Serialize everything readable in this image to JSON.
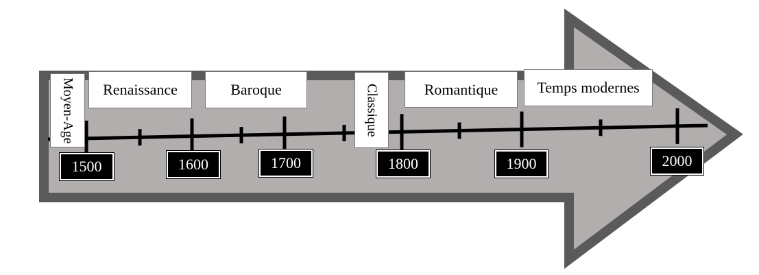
{
  "colors": {
    "arrow_fill": "#b3aeae",
    "arrow_border": "#5a5a5a",
    "axis": "#000000",
    "period_box_bg": "#ffffff",
    "year_box_bg": "#000000",
    "year_box_text": "#ffffff"
  },
  "periods": [
    {
      "label": "Moyen-Age",
      "orientation": "vertical"
    },
    {
      "label": "Renaissance",
      "orientation": "horizontal"
    },
    {
      "label": "Baroque",
      "orientation": "horizontal"
    },
    {
      "label": "Classique",
      "orientation": "vertical"
    },
    {
      "label": "Romantique",
      "orientation": "horizontal"
    },
    {
      "label": "Temps modernes",
      "orientation": "horizontal"
    }
  ],
  "years": [
    "1500",
    "1600",
    "1700",
    "1800",
    "1900",
    "2000"
  ]
}
